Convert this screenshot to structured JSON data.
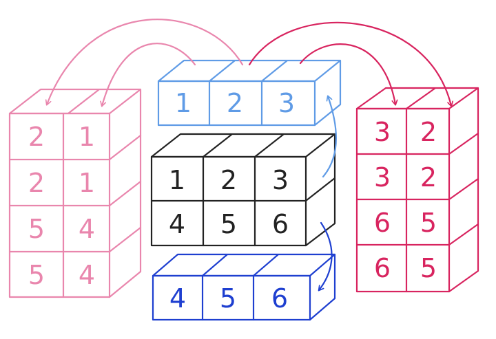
{
  "colors": {
    "left_block": "#e986ad",
    "top_block": "#5f9be6",
    "center_block": "#222222",
    "bottom_block": "#1e3fd0",
    "right_block": "#d8245f"
  },
  "blocks": {
    "top": {
      "values": [
        "1",
        "2",
        "3"
      ]
    },
    "center": {
      "values": [
        [
          "1",
          "2",
          "3"
        ],
        [
          "4",
          "5",
          "6"
        ]
      ]
    },
    "bottom": {
      "values": [
        "4",
        "5",
        "6"
      ]
    },
    "left": {
      "values": [
        [
          "2",
          "1"
        ],
        [
          "2",
          "1"
        ],
        [
          "5",
          "4"
        ],
        [
          "5",
          "4"
        ]
      ]
    },
    "right": {
      "values": [
        [
          "3",
          "2"
        ],
        [
          "3",
          "2"
        ],
        [
          "6",
          "5"
        ],
        [
          "6",
          "5"
        ]
      ]
    }
  },
  "arrows": {
    "top_to_left": {
      "color": "#e986ad"
    },
    "top_to_right": {
      "color": "#d8245f"
    },
    "center_to_top": {
      "color": "#5f9be6"
    },
    "center_to_bottom": {
      "color": "#1e3fd0"
    }
  }
}
